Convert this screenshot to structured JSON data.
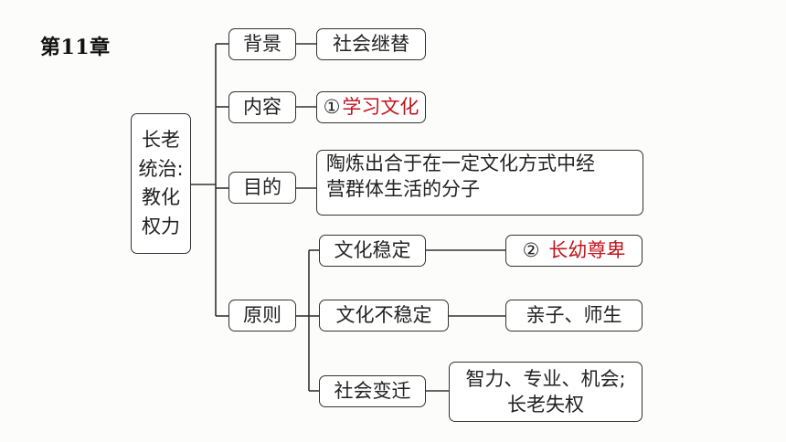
{
  "chapter": {
    "label": "第11章"
  },
  "root": {
    "line1": "长老",
    "line2": "统治:",
    "line3": "教化",
    "line4": "权力"
  },
  "branches": {
    "background": {
      "label": "背景",
      "detail": "社会继替"
    },
    "content": {
      "label": "内容",
      "number": "①",
      "detail": "学习文化"
    },
    "purpose": {
      "label": "目的",
      "detail_line1": "陶炼出合于在一定文化方式中经",
      "detail_line2": "营群体生活的分子"
    },
    "principle": {
      "label": "原则",
      "children": [
        {
          "label": "文化稳定",
          "number": "②",
          "detail": "长幼尊卑"
        },
        {
          "label": "文化不稳定",
          "detail": "亲子、师生"
        },
        {
          "label": "社会变迁",
          "detail_line1": "智力、专业、机会;",
          "detail_line2": "长老失权"
        }
      ]
    }
  },
  "colors": {
    "answer": "#c0141c",
    "border": "#333333",
    "text": "#222222"
  }
}
